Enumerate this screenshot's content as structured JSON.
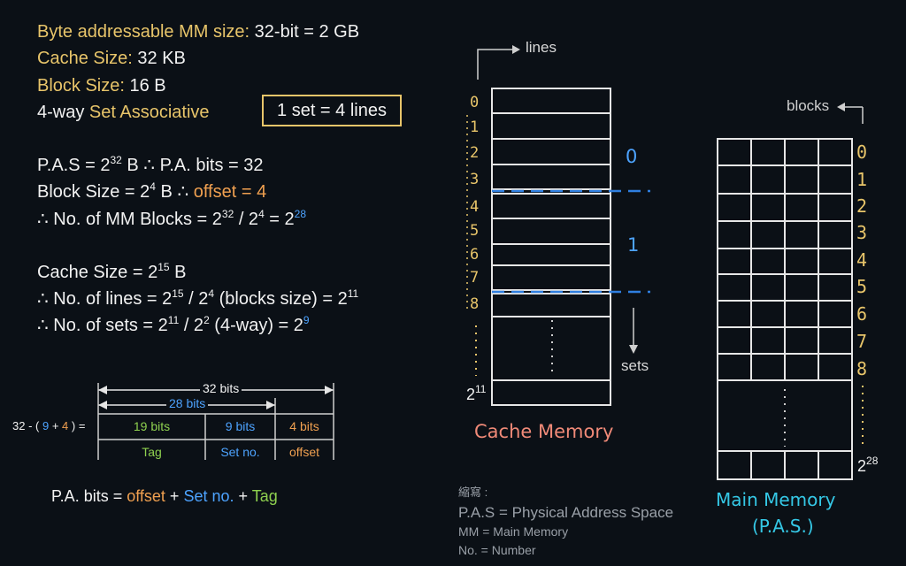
{
  "given": {
    "mm_label": "Byte addressable MM size:",
    "mm_value": "32-bit = 2 GB",
    "cache_label": "Cache Size:",
    "cache_value": "32 KB",
    "block_label": "Block Size:",
    "block_value": "16 B",
    "assoc_prefix": "4-way",
    "assoc_label": "Set Associative",
    "set_box": "1 set = 4 lines"
  },
  "calc": {
    "pas": "P.A.S = 2",
    "pas_exp": "32",
    "pas_tail": " B  ∴ P.A. bits = 32",
    "bs": "Block Size = 2",
    "bs_exp": "4",
    "bs_mid": " B  ∴ ",
    "offset_label": "offset",
    "bs_tail": " = 4",
    "mmb": "∴ No. of MM Blocks = 2",
    "mmb_e1": "32",
    "mmb_mid": " / 2",
    "mmb_e2": "4",
    "mmb_eq": " = 2",
    "mmb_e3": "28",
    "cs": "Cache Size = 2",
    "cs_exp": "15",
    "cs_tail": " B",
    "lines_a": "∴ No. of lines = 2",
    "lines_e1": "15",
    "lines_b": " / 2",
    "lines_e2": "4",
    "lines_c": " (blocks size) = 2",
    "lines_e3": "11",
    "sets_a": "∴ No. of sets = 2",
    "sets_e1": "11",
    "sets_b": " / 2",
    "sets_e2": "2",
    "sets_c": " (4-way) = 2",
    "sets_e3": "9"
  },
  "address": {
    "total_bits": "32 bits",
    "upper_bits": "28 bits",
    "formula_a": "32 - ( ",
    "formula_9": "9",
    "formula_plus": " + ",
    "formula_4": "4",
    "formula_b": " ) =",
    "fields": [
      {
        "bits": "19 bits",
        "name": "Tag"
      },
      {
        "bits": "9 bits",
        "name": "Set no."
      },
      {
        "bits": "4 bits",
        "name": "offset"
      }
    ],
    "pa_prefix": "P.A. bits = ",
    "pa_offset": "offset",
    "pa_plus1": " + ",
    "pa_set": "Set no.",
    "pa_plus2": " + ",
    "pa_tag": "Tag"
  },
  "cache": {
    "lines_label": "lines",
    "line_indices": [
      "0",
      "1",
      "2",
      "3",
      "4",
      "5",
      "6",
      "7",
      "8"
    ],
    "last_index": "2",
    "last_exp": "11",
    "set_labels": [
      "0",
      "1"
    ],
    "sets_label": "sets",
    "title": "Cache Memory"
  },
  "mm": {
    "blocks_label": "blocks",
    "block_indices": [
      "0",
      "1",
      "2",
      "3",
      "4",
      "5",
      "6",
      "7",
      "8"
    ],
    "last_index": "2",
    "last_exp": "28",
    "title": "Main Memory",
    "subtitle": "(P.A.S.)"
  },
  "notes": {
    "heading": "縮寫 :",
    "pas": "P.A.S = Physical Address Space",
    "mm": "MM = Main Memory",
    "no": "No. = Number"
  },
  "colors": {
    "background": "#0b1016",
    "yellow": "#e8c56a",
    "orange": "#f0a050",
    "blue": "#4da3ff",
    "green": "#8fd14f",
    "cache_title": "#f08a78",
    "mm_title": "#35c8e6",
    "dashed_set_divider": "#2f7fe0"
  }
}
